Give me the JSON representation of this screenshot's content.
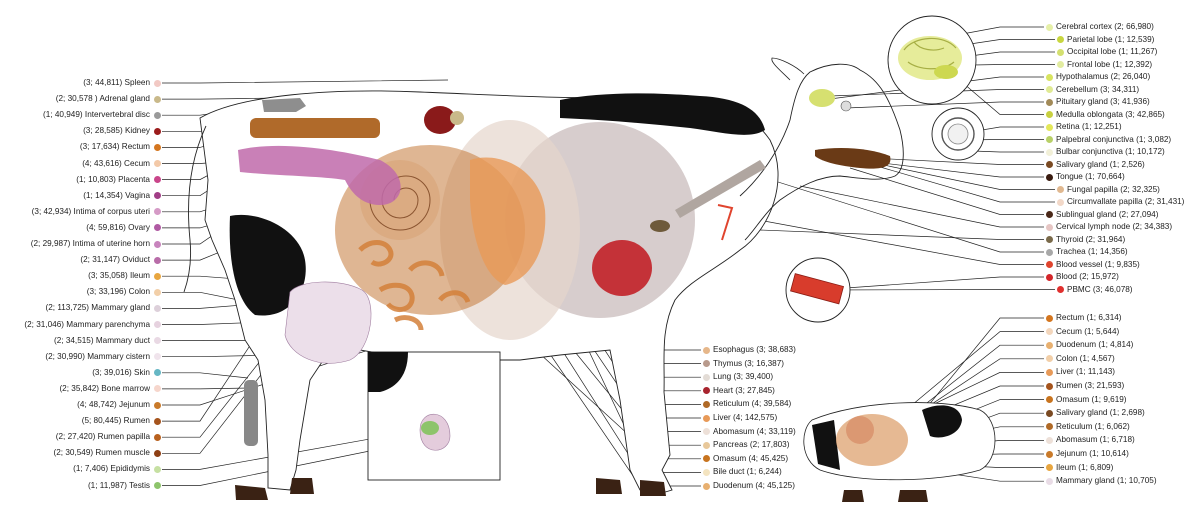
{
  "left_labels": [
    {
      "text": "(3; 44,811) Spleen",
      "color": "#f2c9c4"
    },
    {
      "text": "(2; 30,578 ) Adrenal gland",
      "color": "#c9b98a"
    },
    {
      "text": "(1; 40,949) Intervertebral disc",
      "color": "#9a9a9a"
    },
    {
      "text": "(3; 28,585) Kidney",
      "color": "#9b1c1c"
    },
    {
      "text": "(3; 17,634) Rectum",
      "color": "#d4761f"
    },
    {
      "text": "(4; 43,616) Cecum",
      "color": "#f3c9a8"
    },
    {
      "text": "(1; 10,803) Placenta",
      "color": "#c9458a"
    },
    {
      "text": "(1; 14,354) Vagina",
      "color": "#a13e86"
    },
    {
      "text": "(3; 42,934) Intima of corpus uteri",
      "color": "#d59ac6"
    },
    {
      "text": "(4; 59,816) Ovary",
      "color": "#b05aa3"
    },
    {
      "text": "(2; 29,987) Intima of uterine horn",
      "color": "#c884bd"
    },
    {
      "text": "(2; 31,147) Oviduct",
      "color": "#b86ca8"
    },
    {
      "text": "(3; 35,058) Ileum",
      "color": "#e8a640"
    },
    {
      "text": "(3; 33,196) Colon",
      "color": "#f2cfa8"
    },
    {
      "text": "(2; 113,725) Mammary gland",
      "color": "#ddd0da"
    },
    {
      "text": "(2; 31,046) Mammary parenchyma",
      "color": "#e6d2df"
    },
    {
      "text": "(2; 34,515) Mammary duct",
      "color": "#e9d9e4"
    },
    {
      "text": "(2; 30,990) Mammary cistern",
      "color": "#f0e4ec"
    },
    {
      "text": "(3; 39,016) Skin",
      "color": "#66b7c4"
    },
    {
      "text": "(2; 35,842) Bone marrow",
      "color": "#f6d6cc"
    },
    {
      "text": "(4; 48,742) Jejunum",
      "color": "#c97a2a"
    },
    {
      "text": "(5; 80,445) Rumen",
      "color": "#a5541d"
    },
    {
      "text": "(2; 27,420) Rumen papilla",
      "color": "#b8611f"
    },
    {
      "text": "(2; 30,549) Rumen muscle",
      "color": "#8e3f14"
    },
    {
      "text": "(1; 7,406) Epididymis",
      "color": "#c6e0a2"
    },
    {
      "text": "(1; 11,987) Testis",
      "color": "#8dc46b"
    }
  ],
  "mid_labels": [
    {
      "text": "Esophagus (3; 38,683)",
      "color": "#e6b78a"
    },
    {
      "text": "Thymus (3; 16,387)",
      "color": "#b89a8c"
    },
    {
      "text": "Lung (3; 39,400)",
      "color": "#e3dcd6"
    },
    {
      "text": "Heart (3; 27,845)",
      "color": "#a8242e"
    },
    {
      "text": "Reticulum (4; 39,584)",
      "color": "#b06a27"
    },
    {
      "text": "Liver (4; 142,575)",
      "color": "#e89a58"
    },
    {
      "text": "Abomasum (4; 33,119)",
      "color": "#ede0d8"
    },
    {
      "text": "Pancreas (2; 17,803)",
      "color": "#e8c89a"
    },
    {
      "text": "Omasum (4; 45,425)",
      "color": "#c8741f"
    },
    {
      "text": "Bile duct (1; 6,244)",
      "color": "#f4e4c0"
    },
    {
      "text": "Duodenum (4; 45,125)",
      "color": "#e8b070"
    }
  ],
  "right_labels": [
    {
      "text": "Cerebral cortex (2; 66,980)",
      "color": "#e6f0a8",
      "indent": false
    },
    {
      "text": "Parietal lobe (1; 12,539)",
      "color": "#c8d640",
      "indent": true
    },
    {
      "text": "Occipital lobe (1; 11,267)",
      "color": "#d4e070",
      "indent": true
    },
    {
      "text": "Frontal lobe (1; 12,392)",
      "color": "#e2eca0",
      "indent": true
    },
    {
      "text": "Hypothalamus (2; 26,040)",
      "color": "#d8e460",
      "indent": false
    },
    {
      "text": "Cerebellum (3; 34,311)",
      "color": "#e0ea94",
      "indent": false
    },
    {
      "text": "Pituitary gland (3; 41,936)",
      "color": "#a28a58",
      "indent": false
    },
    {
      "text": "Medulla oblongata (3; 42,865)",
      "color": "#c8d040",
      "indent": false
    },
    {
      "text": "Retina (1; 12,251)",
      "color": "#e4e85a",
      "indent": false
    },
    {
      "text": "Palpebral conjunctiva (1; 3,082)",
      "color": "#b8d068",
      "indent": false
    },
    {
      "text": "Bulbar conjunctiva (1; 10,172)",
      "color": "#f2f0d8",
      "indent": false
    },
    {
      "text": "Salivary gland (1; 2,526)",
      "color": "#7a4a22",
      "indent": false
    },
    {
      "text": "Tongue (1; 70,664)",
      "color": "#3a1c10",
      "indent": false
    },
    {
      "text": "Fungal papilla (2; 32,325)",
      "color": "#e0b890",
      "indent": true
    },
    {
      "text": "Circumvallate papilla (2; 31,431)",
      "color": "#f2d8c8",
      "indent": true
    },
    {
      "text": "Sublingual gland (2; 27,094)",
      "color": "#4a2818",
      "indent": false
    },
    {
      "text": "Cervical lymph node (2; 34,383)",
      "color": "#e6c6c4",
      "indent": false
    },
    {
      "text": "Thyroid (2; 31,964)",
      "color": "#7a6a4a",
      "indent": false
    },
    {
      "text": "Trachea (1; 14,356)",
      "color": "#a8a8a8",
      "indent": false
    },
    {
      "text": "Blood vessel (1; 9,835)",
      "color": "#e0442e",
      "indent": false
    },
    {
      "text": "Blood (2; 15,972)",
      "color": "#d4262a",
      "indent": false
    },
    {
      "text": "PBMC (3; 46,078)",
      "color": "#e0302e",
      "indent": true
    },
    {
      "text": "Rectum (1; 6,314)",
      "color": "#d4761f",
      "indent": false
    },
    {
      "text": "Cecum (1; 5,644)",
      "color": "#f3d6bc",
      "indent": false
    },
    {
      "text": "Duodenum (1; 4,814)",
      "color": "#e8b070",
      "indent": false
    },
    {
      "text": "Colon (1; 4,567)",
      "color": "#f2cfa8",
      "indent": false
    },
    {
      "text": "Liver (1; 11,143)",
      "color": "#e89a58",
      "indent": false
    },
    {
      "text": "Rumen (3; 21,593)",
      "color": "#a5541d",
      "indent": false
    },
    {
      "text": "Omasum (1; 9,619)",
      "color": "#c8741f",
      "indent": false
    },
    {
      "text": "Salivary gland (1; 2,698)",
      "color": "#7a4a22",
      "indent": false
    },
    {
      "text": "Reticulum (1; 6,062)",
      "color": "#b06a27",
      "indent": false
    },
    {
      "text": "Abomasum (1; 6,718)",
      "color": "#ede0d8",
      "indent": false
    },
    {
      "text": "Jejunum (1; 10,614)",
      "color": "#c97a2a",
      "indent": false
    },
    {
      "text": "Ileum (1; 6,809)",
      "color": "#e8a640",
      "indent": false
    },
    {
      "text": "Mammary gland (1; 10,705)",
      "color": "#e9dce6",
      "indent": false
    }
  ]
}
